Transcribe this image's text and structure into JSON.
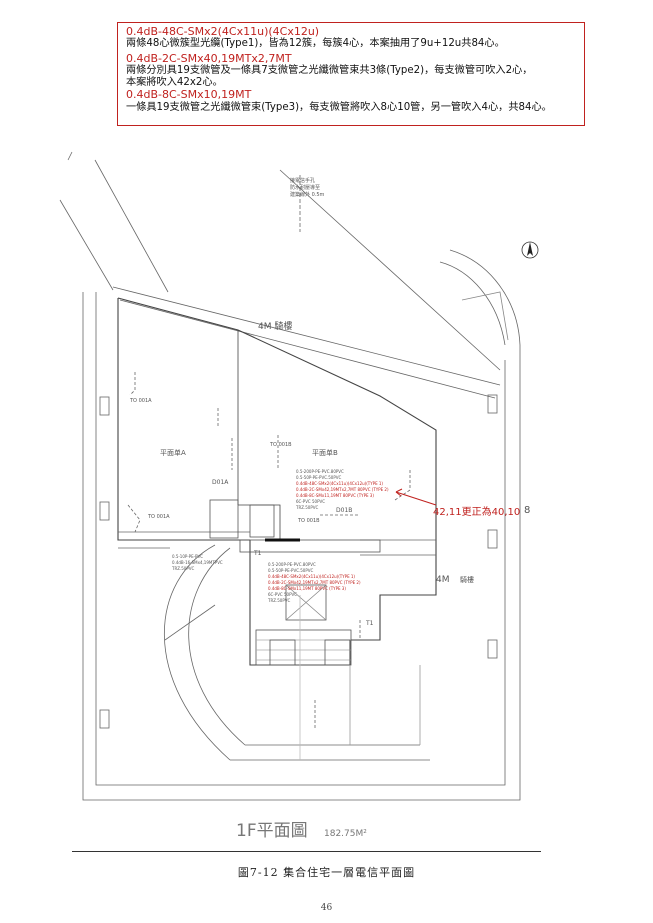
{
  "notes": {
    "spec1": "0.4dB-48C-SMx2(4Cx11u)(4Cx12u)",
    "desc1": "兩條48心微簇型光纜(Type1)，皆為12簇，每簇4心，本案抽用了9u+12u共84心。",
    "spec2": "0.4dB-2C-SMx40,19MTx2,7MT",
    "desc2a": "兩條分別具19支微管及一條具7支微管之光纖微管束共3條(Type2)，每支微管可吹入2心，",
    "desc2b": "本案將吹入42x2心。",
    "spec3": "0.4dB-8C-SMx10,19MT",
    "desc3": "一條具19支微管之光纖微管束(Type3)，每支微管將吹入8心10管，另一管吹入4心，共84心。"
  },
  "plan": {
    "correction": "42,11更正為40,10",
    "floor_label": "1F平面圖",
    "area": "182.75M²",
    "arcade_top": "4M 騎樓",
    "arcade_right_prefix": "4M",
    "arcade_right_suffix": "騎樓",
    "unit_a": "平面单A",
    "unit_b": "平面单B",
    "axis_marker": "8",
    "top_note_1": "接電信手孔",
    "top_note_2": "防水耐壓導至",
    "top_note_3": "建築線外 0.5m",
    "labels": {
      "to_001a_top": "TO 001A",
      "to_001a_mid": "TO 001A",
      "to_001b": "TO 001B",
      "to_001b_center": "TO 001B",
      "tc_001a": "D01A",
      "tc_001b": "D01B",
      "cable_b1": "0.5-200P-PE-PVC.80PVC",
      "cable_b2": "0.5-50P-PE-PVC.50PVC",
      "cable_b3": "0.4dB-48C-SMx2(4Cx11u)(4Cx12u)(TYPE 1)",
      "cable_b4": "0.4dB-2C-SMx42,19MTx2,7MT 80PVC (TYPE 2)",
      "cable_b5": "0.4dB-8C-SMx11,19MT 80PVC (TYPE 3)",
      "cable_b6": "6C-PVC 50PVC",
      "cable_b7": "TRZ.50PVC",
      "cable_c1": "0.5-200P-PE-PVC.80PVC",
      "cable_c2": "0.5-50P-PE-PVC.50PVC",
      "cable_c3": "0.4dB-48C-SMx2(4Cx11u)(4Cx12u)(TYPE 1)",
      "cable_c4": "0.4dB-2C-SMx42,19MTx2,7MT 80PVC (TYPE 2)",
      "cable_c5": "0.4dB-8C-SMx11,19MT 80PVC (TYPE 3)",
      "cable_c6": "6C-PVC 50PVC",
      "cable_c7": "TRZ.50PVC",
      "cable_l1": "0.5-10P-PE-PVC",
      "cable_l2": "0.4dB-16-SMx4,19MTPVC",
      "cable_l3": "TRZ.50PVC",
      "tt1": "T1",
      "tt2": "T1"
    }
  },
  "caption": "圖7-12  集合住宅一層電信平面圖",
  "page_number": "46"
}
